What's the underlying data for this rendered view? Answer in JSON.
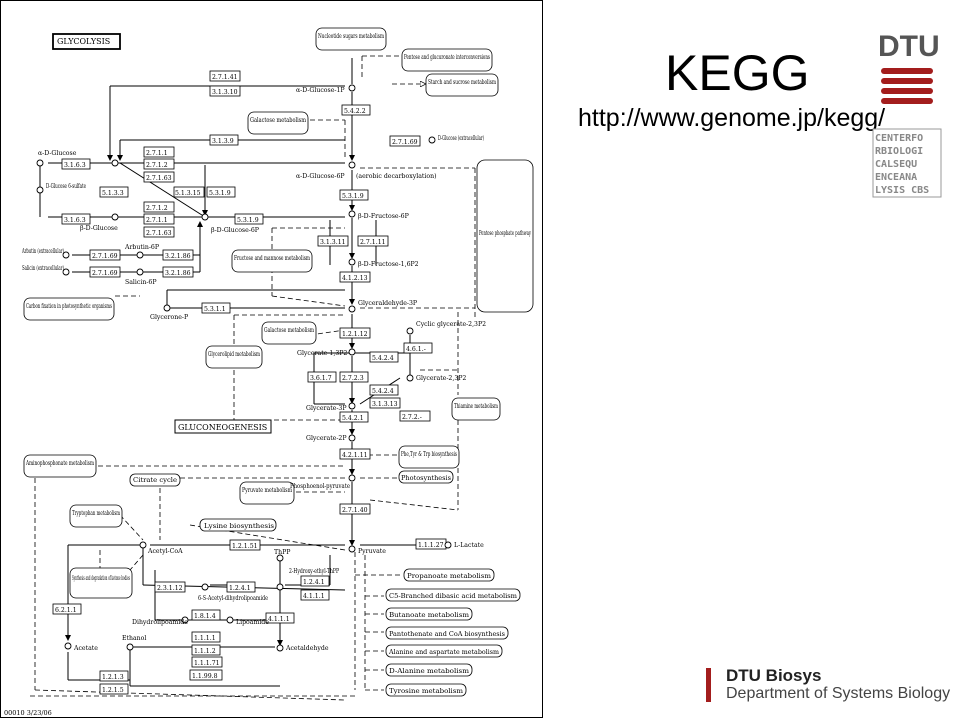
{
  "slide": {
    "title": "KEGG",
    "url": "http://www.genome.jp/kegg/",
    "brand_dtu": "DTU",
    "center_logo_lines": [
      "CENTERFO",
      "RBIOLOGI",
      "CALSEQU",
      "ENCEANA",
      "LYSIS CBS"
    ],
    "biosys_name": "DTU Biosys",
    "biosys_dept": "Department of Systems Biology",
    "accent_color": "#a31d1d"
  },
  "map": {
    "footer": "00010  3/23/06",
    "headers": [
      "GLYCOLYSIS",
      "GLUCONEOGENESIS"
    ],
    "compounds": [
      "α-D-Glucose-1P",
      "α-D-Glucose-6P",
      "β-D-Fructose-6P",
      "β-D-Fructose-1,6P2",
      "Glyceraldehyde-3P",
      "Glycerone-P",
      "Glycerate-1,3P2",
      "Glycerate-2,3P2",
      "Cyclic glycerate-2,3P2",
      "Glycerate-3P",
      "Glycerate-2P",
      "Phosphoenol-pyruvate",
      "Pyruvate",
      "L-Lactate",
      "Acetyl-CoA",
      "ThPP",
      "2-Hydroxy-ethyl-ThPP",
      "6-S-Acetyl-dihydrolipoamide",
      "Dihydrolipoamide",
      "Lipoamide",
      "Acetaldehyde",
      "Ethanol",
      "Acetate",
      "α-D-Glucose",
      "D-Glucose 6-sulfate",
      "β-D-Glucose",
      "β-D-Glucose-6P",
      "Arbutin (extracellular)",
      "Salicin (extracellular)",
      "Arbutin-6P",
      "Salicin-6P",
      "D-Glucose (extracellular)",
      "(aerobic decarboxylation)"
    ],
    "pathways": [
      "Nucleotide sugars metabolism",
      "Pentose and glucuronate interconversions",
      "Starch and sucrose metabolism",
      "Galactose metabolism",
      "Pentose phosphate pathway",
      "Fructose and mannose metabolism",
      "Carbon fixation in photosynthetic organisms",
      "Galactose metabolism",
      "Glycerolipid metabolism",
      "Thiamine metabolism",
      "Aminophosphonate metabolism",
      "Citrate cycle",
      "Pyruvate metabolism",
      "Phe,Tyr & Trp biosynthesis",
      "Photosynthesis",
      "Tryptophan metabolism",
      "Lysine biosynthesis",
      "Synthesis and degradation of ketone bodies",
      "Propanoate metabolism",
      "C5-Branched dibasic acid metabolism",
      "Butanoate metabolism",
      "Pantothenate and CoA biosynthesis",
      "Alanine and aspartate metabolism",
      "D-Alanine metabolism",
      "Tyrosine metabolism"
    ],
    "enzymes": [
      "2.7.1.41",
      "3.1.3.10",
      "5.4.2.2",
      "3.1.3.9",
      "2.7.1.69",
      "2.7.1.1",
      "2.7.1.2",
      "2.7.1.63",
      "3.1.6.3",
      "5.1.3.3",
      "5.1.3.15",
      "5.3.1.9",
      "2.7.1.2",
      "2.7.1.1",
      "2.7.1.63",
      "3.1.6.3",
      "5.3.1.9",
      "5.3.1.9",
      "3.1.3.11",
      "2.7.1.11",
      "2.7.1.69",
      "3.2.1.86",
      "2.7.1.69",
      "3.2.1.86",
      "4.1.2.13",
      "5.3.1.1",
      "1.2.1.12",
      "4.6.1.-",
      "5.4.2.4",
      "3.6.1.7",
      "2.7.2.3",
      "5.4.2.4",
      "3.1.3.13",
      "2.7.2.-",
      "5.4.2.1",
      "4.2.1.11",
      "2.7.1.40",
      "1.2.1.51",
      "1.1.1.27",
      "2.3.1.12",
      "1.2.4.1",
      "1.2.4.1",
      "4.1.1.1",
      "1.8.1.4",
      "4.1.1.1",
      "6.2.1.1",
      "1.1.1.1",
      "1.1.1.2",
      "1.1.1.71",
      "1.2.1.3",
      "1.1.99.8",
      "1.2.1.5"
    ]
  }
}
